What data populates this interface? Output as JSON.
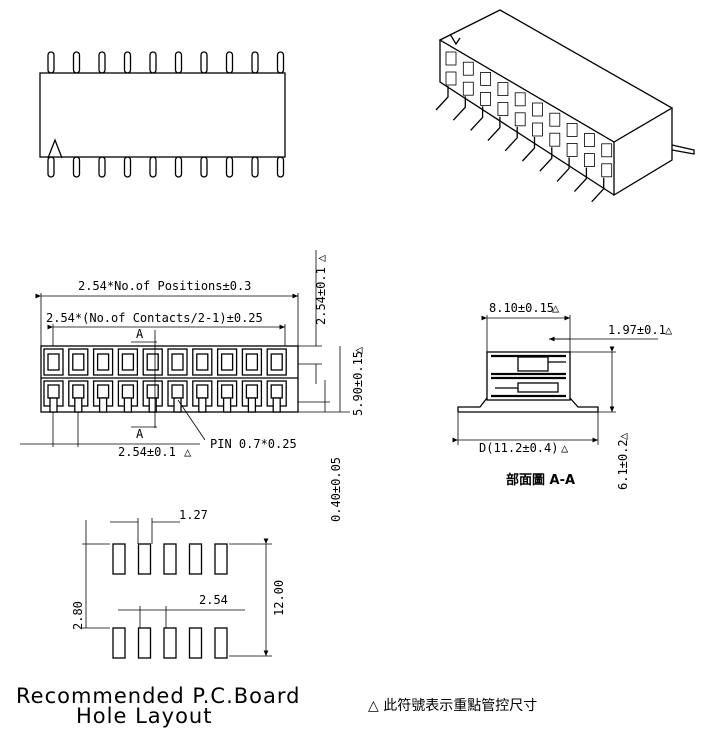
{
  "top_view": {
    "pins_per_side": 10
  },
  "dimensions": {
    "total_length": "2.54*No.of Positions±0.3",
    "pitch_span": "2.54*(No.of Contacts/2-1)±0.25",
    "pitch": "2.54±0.1",
    "row_spacing_vertical": "2.54±0.1",
    "body_height": "5.90±0.15",
    "standoff": "0.40±0.05",
    "pin_size": "PIN 0.7*0.25",
    "section_marker": "A",
    "symbol": "△"
  },
  "section_view": {
    "width_top": "8.10±0.15",
    "offset": "1.97±0.1",
    "overall_width": "D(11.2±0.4)",
    "height": "6.1±0.2",
    "title": "部面圖 A-A"
  },
  "pcb_layout": {
    "pad_pitch": "1.27",
    "pad_spacing": "2.54",
    "row_gap": "2.80",
    "row_distance": "12.00",
    "title_line1": "Recommended P.C.Board",
    "title_line2": "Hole Layout"
  },
  "note": "△ 此符號表示重點管控尺寸"
}
